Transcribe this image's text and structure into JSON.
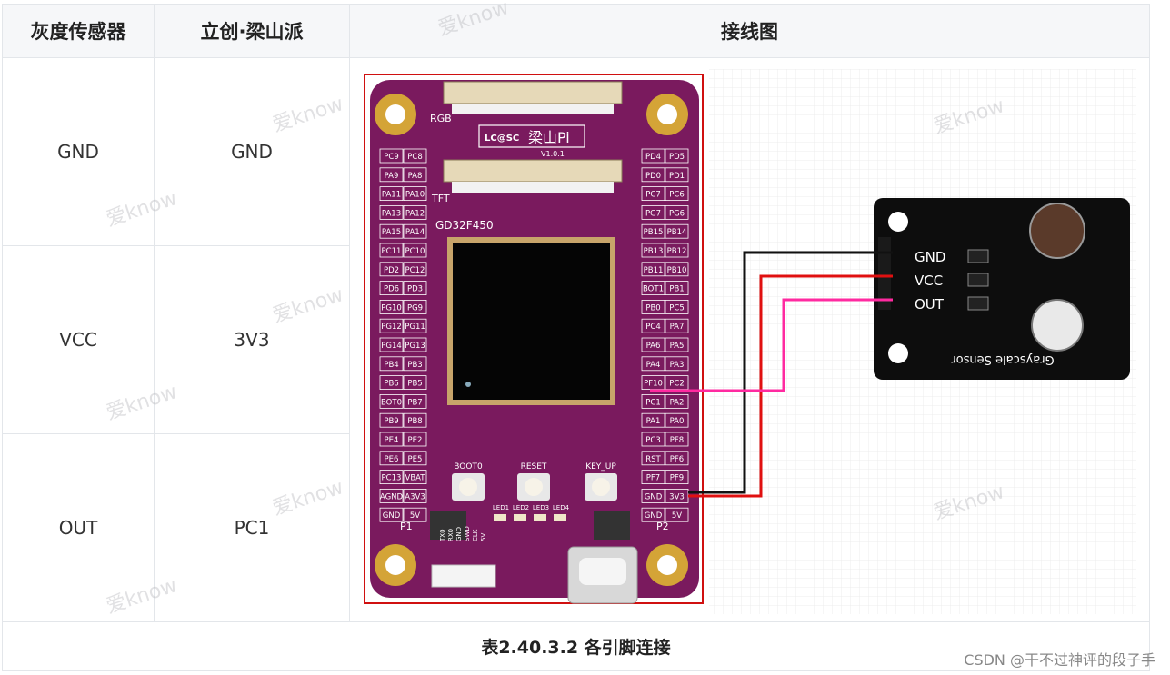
{
  "table": {
    "headers": [
      "灰度传感器",
      "立创·梁山派",
      "接线图"
    ],
    "rows": [
      {
        "sensor": "GND",
        "board": "GND"
      },
      {
        "sensor": "VCC",
        "board": "3V3"
      },
      {
        "sensor": "OUT",
        "board": "PC1"
      }
    ],
    "caption": "表2.40.3.2 各引脚连接"
  },
  "board": {
    "brand": "LC@SC",
    "name": "梁山Pi",
    "version": "V1.0.1",
    "chip": "GD32F450",
    "conn_rgb": "RGB",
    "conn_tft": "TFT",
    "left_pins": [
      [
        "PC9",
        "PC8"
      ],
      [
        "PA9",
        "PA8"
      ],
      [
        "PA11",
        "PA10"
      ],
      [
        "PA13",
        "PA12"
      ],
      [
        "PA15",
        "PA14"
      ],
      [
        "PC11",
        "PC10"
      ],
      [
        "PD2",
        "PC12"
      ],
      [
        "PD6",
        "PD3"
      ],
      [
        "PG10",
        "PG9"
      ],
      [
        "PG12",
        "PG11"
      ],
      [
        "PG14",
        "PG13"
      ],
      [
        "PB4",
        "PB3"
      ],
      [
        "PB6",
        "PB5"
      ],
      [
        "BOT0",
        "PB7"
      ],
      [
        "PB9",
        "PB8"
      ],
      [
        "PE4",
        "PE2"
      ],
      [
        "PE6",
        "PE5"
      ],
      [
        "PC13",
        "VBAT"
      ],
      [
        "AGND",
        "A3V3"
      ],
      [
        "GND",
        "5V"
      ]
    ],
    "right_pins": [
      [
        "PD4",
        "PD5"
      ],
      [
        "PD0",
        "PD1"
      ],
      [
        "PC7",
        "PC6"
      ],
      [
        "PG7",
        "PG6"
      ],
      [
        "PB15",
        "PB14"
      ],
      [
        "PB13",
        "PB12"
      ],
      [
        "PB11",
        "PB10"
      ],
      [
        "BOT1",
        "PB1"
      ],
      [
        "PB0",
        "PC5"
      ],
      [
        "PC4",
        "PA7"
      ],
      [
        "PA6",
        "PA5"
      ],
      [
        "PA4",
        "PA3"
      ],
      [
        "PF10",
        "PC2"
      ],
      [
        "PC1",
        "PA2"
      ],
      [
        "PA1",
        "PA0"
      ],
      [
        "PC3",
        "PF8"
      ],
      [
        "RST",
        "PF6"
      ],
      [
        "PF7",
        "PF9"
      ],
      [
        "GND",
        "3V3"
      ],
      [
        "GND",
        "5V"
      ]
    ],
    "buttons": [
      "BOOT0",
      "RESET",
      "KEY_UP"
    ],
    "leds": [
      "LED1",
      "LED2",
      "LED3",
      "LED4"
    ],
    "header_p1": "P1",
    "header_p2": "P2",
    "swd_labels": [
      "TX0",
      "RX0",
      "GND",
      "SWD",
      "CLK",
      "5V"
    ]
  },
  "sensor": {
    "pins": [
      "GND",
      "VCC",
      "OUT"
    ],
    "title": "Grayscale Sensor"
  },
  "watermark": "爱know",
  "credit": "CSDN @干不过神评的段子手",
  "colors": {
    "pcb": "#7a1a5e",
    "wire_gnd": "#111111",
    "wire_vcc": "#e01010",
    "wire_out": "#ff2aa0"
  }
}
